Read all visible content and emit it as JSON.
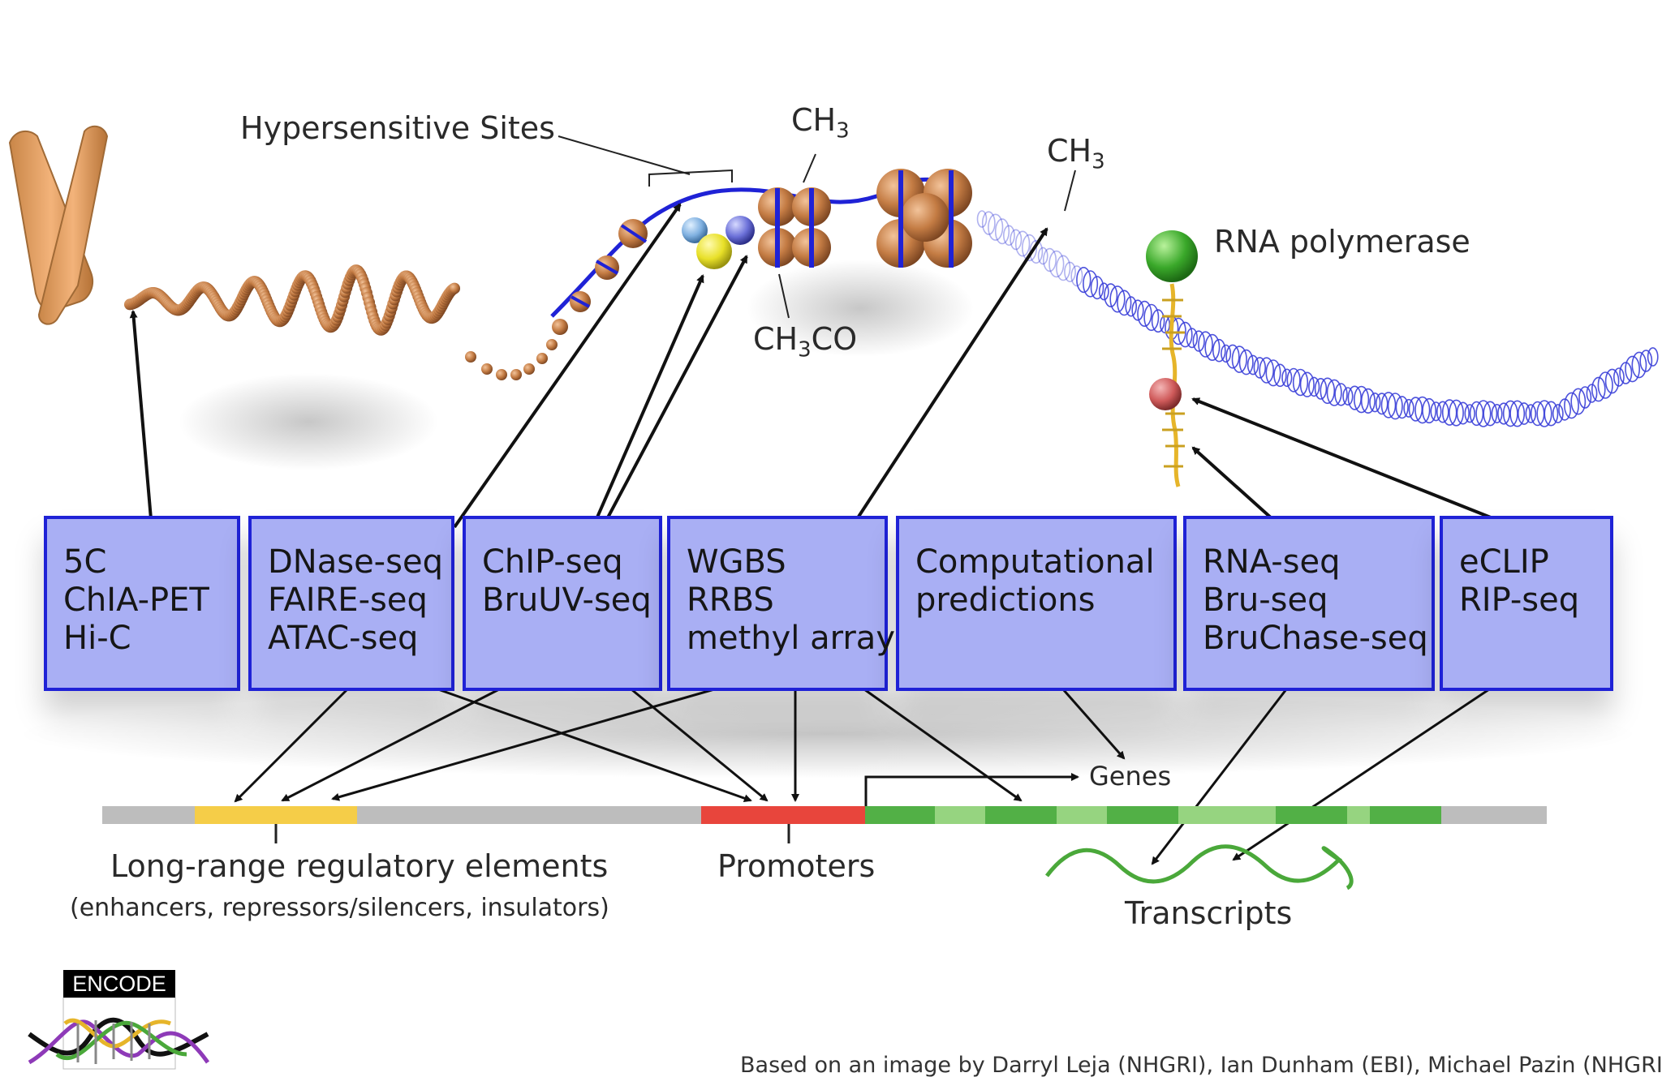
{
  "top_labels": {
    "hypersensitive_sites": "Hypersensitive Sites",
    "ch3_left": {
      "base": "CH",
      "sub": "3"
    },
    "ch3_right": {
      "base": "CH",
      "sub": "3"
    },
    "acetyl": {
      "pre": "CH",
      "sub": "3",
      "post": "CO"
    },
    "rna_polymerase": "RNA polymerase"
  },
  "methods": [
    {
      "id": "5c",
      "lines": [
        "5C",
        "ChIA-PET",
        "Hi-C"
      ]
    },
    {
      "id": "dnase",
      "lines": [
        "DNase-seq",
        "FAIRE-seq",
        "ATAC-seq"
      ]
    },
    {
      "id": "chip",
      "lines": [
        "ChIP-seq",
        "BruUV-seq"
      ]
    },
    {
      "id": "wgbs",
      "lines": [
        "WGBS",
        "RRBS",
        "methyl array"
      ]
    },
    {
      "id": "computational",
      "lines": [
        "Computational",
        "predictions"
      ]
    },
    {
      "id": "rnaseq",
      "lines": [
        "RNA-seq",
        "Bru-seq",
        "BruChase-seq"
      ]
    },
    {
      "id": "eclip",
      "lines": [
        "eCLIP",
        "RIP-seq"
      ]
    }
  ],
  "bottom_labels": {
    "genes": "Genes",
    "long_range": "Long-range regulatory elements",
    "long_range_sub": "(enhancers, repressors/silencers, insulators)",
    "promoters": "Promoters",
    "transcripts": "Transcripts"
  },
  "logo": {
    "text": "ENCODE"
  },
  "credit": "Based on an image by Darryl Leja (NHGRI), Ian Dunham (EBI), Michael Pazin (NHGRI)",
  "colors": {
    "method_fill": "#a9aff4",
    "method_border": "#1f22d6",
    "chromatin": "#c47c44",
    "dna_strand": "#1f22d6",
    "enhancer": "#f5cd48",
    "promoter": "#e8453c",
    "gene_dark": "#52b046",
    "gene_light": "#96d480",
    "genome_bar": "#bdbdbd",
    "rna_polymerase": "#3aa82a",
    "transcript": "#4aa83a"
  }
}
